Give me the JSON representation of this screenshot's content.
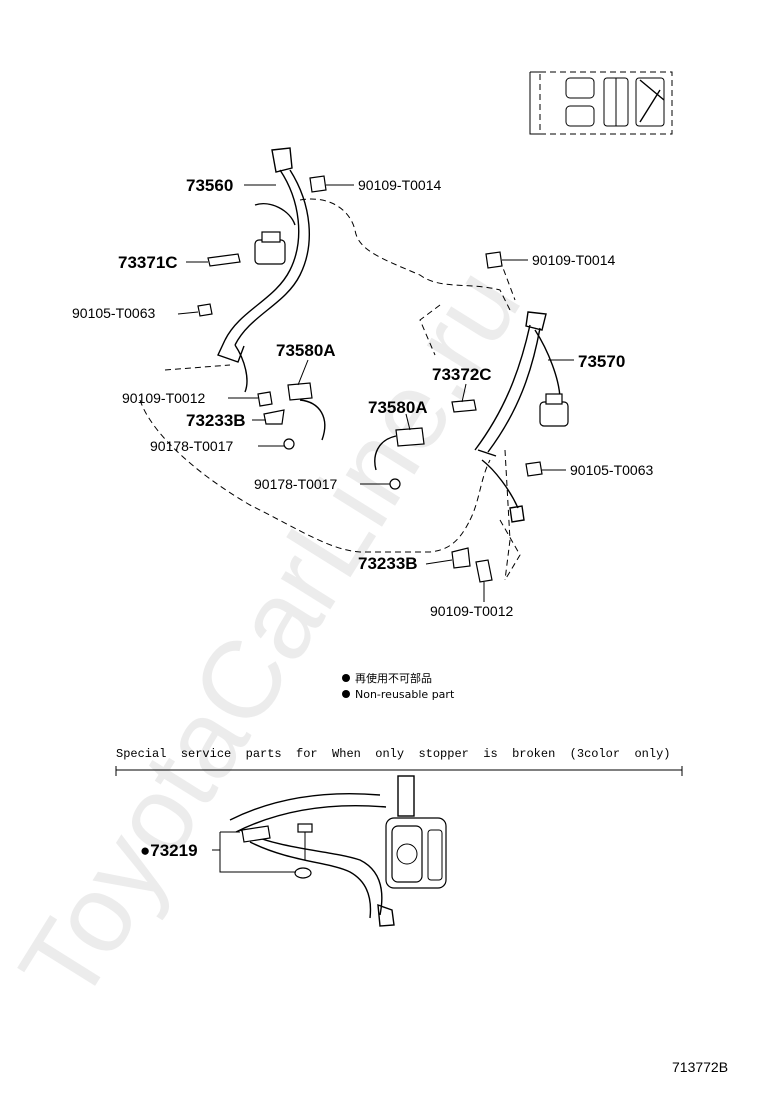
{
  "watermark": "ToyotaCarLine.ru",
  "parts": {
    "p73560": "73560",
    "p73371C": "73371C",
    "p90105_T0063_left": "90105-T0063",
    "p73580A_upper": "73580A",
    "p90109_T0012_left": "90109-T0012",
    "p73233B_left": "73233B",
    "p90178_T0017_left": "90178-T0017",
    "p90109_T0014_top": "90109-T0014",
    "p90109_T0014_right": "90109-T0014",
    "p73570": "73570",
    "p73372C": "73372C",
    "p73580A_mid": "73580A",
    "p90105_T0063_right": "90105-T0063",
    "p90178_T0017_mid": "90178-T0017",
    "p73233B_bottom": "73233B",
    "p90109_T0012_bottom": "90109-T0012",
    "p73219": "●73219"
  },
  "legend": {
    "jp": "再使用不可部品",
    "en": "Non-reusable part"
  },
  "special_caption": "Special  service  parts  for  When  only  stopper  is  broken  (3color  only)",
  "figure_code": "713772B"
}
